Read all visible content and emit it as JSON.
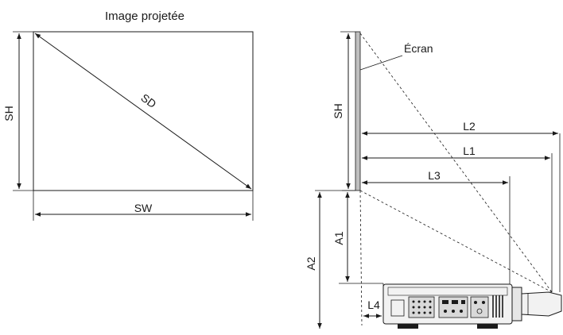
{
  "left_diagram": {
    "title": "Image projetée",
    "labels": {
      "sh": "SH",
      "sd": "SD",
      "sw": "SW"
    }
  },
  "right_diagram": {
    "screen_label": "Écran",
    "labels": {
      "sh": "SH",
      "l1": "L1",
      "l2": "L2",
      "l3": "L3",
      "l4": "L4",
      "a1": "A1",
      "a2": "A2"
    }
  },
  "colors": {
    "line": "#1a1a1a",
    "screen_fill": "#bfbfbf",
    "projector_fill": "#f2f2f2"
  }
}
